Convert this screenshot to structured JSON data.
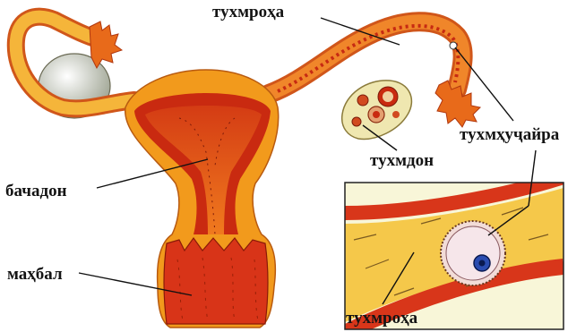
{
  "labels": {
    "oviduct_top": "тухмроҳа",
    "egg_cell": "тухмҳуҷайра",
    "ovary": "тухмдон",
    "uterus": "бачадон",
    "vagina": "маҳбал",
    "oviduct_inset": "тухмроҳа"
  },
  "colors": {
    "outer": "#f29a1c",
    "tube": "#f5b53a",
    "wall": "#c92a10",
    "cavity": "#e04a18",
    "ovary_fill": "#efe7b0",
    "egg": "#f2dcd8",
    "nucleus": "#2a4cb0",
    "inset_border": "#222222"
  }
}
